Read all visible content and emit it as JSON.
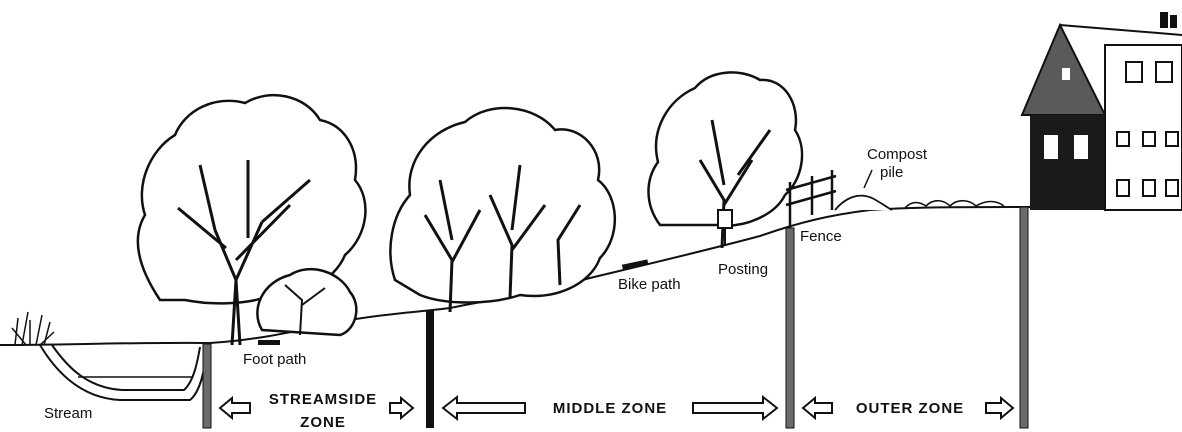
{
  "labels": {
    "stream": "Stream",
    "foot_path": "Foot path",
    "bike_path": "Bike path",
    "posting": "Posting",
    "fence": "Fence",
    "compost_line1": "Compost",
    "compost_line2": "pile"
  },
  "zones": {
    "streamside_line1": "STREAMSIDE",
    "streamside_line2": "ZONE",
    "middle": "MIDDLE ZONE",
    "outer": "OUTER ZONE"
  },
  "colors": {
    "ink": "#111111",
    "post": "#6b6b6b",
    "roof": "#5a5a5a",
    "house_wall": "#1a1a1a"
  }
}
